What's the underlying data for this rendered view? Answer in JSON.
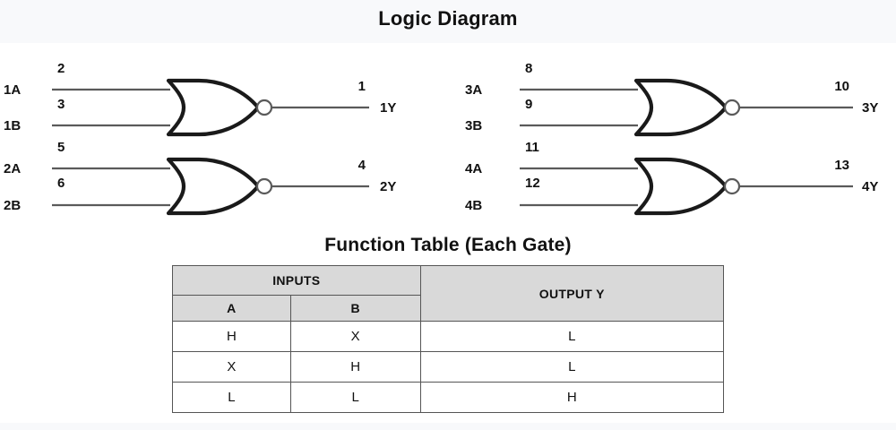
{
  "page": {
    "background": "#ffffff",
    "band_color": "#f8f9fb",
    "ink": "#111111"
  },
  "logic_diagram": {
    "title": "Logic Diagram",
    "gate_type": "NOR",
    "gates": [
      {
        "id": "gate-1",
        "inputs": [
          {
            "label": "1A",
            "pin": "2"
          },
          {
            "label": "1B",
            "pin": "3"
          }
        ],
        "output": {
          "label": "1Y",
          "pin": "1"
        }
      },
      {
        "id": "gate-2",
        "inputs": [
          {
            "label": "2A",
            "pin": "5"
          },
          {
            "label": "2B",
            "pin": "6"
          }
        ],
        "output": {
          "label": "2Y",
          "pin": "4"
        }
      },
      {
        "id": "gate-3",
        "inputs": [
          {
            "label": "3A",
            "pin": "8"
          },
          {
            "label": "3B",
            "pin": "9"
          }
        ],
        "output": {
          "label": "3Y",
          "pin": "10"
        }
      },
      {
        "id": "gate-4",
        "inputs": [
          {
            "label": "4A",
            "pin": "11"
          },
          {
            "label": "4B",
            "pin": "12"
          }
        ],
        "output": {
          "label": "4Y",
          "pin": "13"
        }
      }
    ]
  },
  "function_table": {
    "title": "Function Table (Each Gate)",
    "header_group_inputs": "INPUTS",
    "header_output": "OUTPUT Y",
    "header_a": "A",
    "header_b": "B",
    "header_fill": "#d9d9d9",
    "rows": [
      {
        "a": "H",
        "b": "X",
        "y": "L"
      },
      {
        "a": "X",
        "b": "H",
        "y": "L"
      },
      {
        "a": "L",
        "b": "L",
        "y": "H"
      }
    ]
  }
}
